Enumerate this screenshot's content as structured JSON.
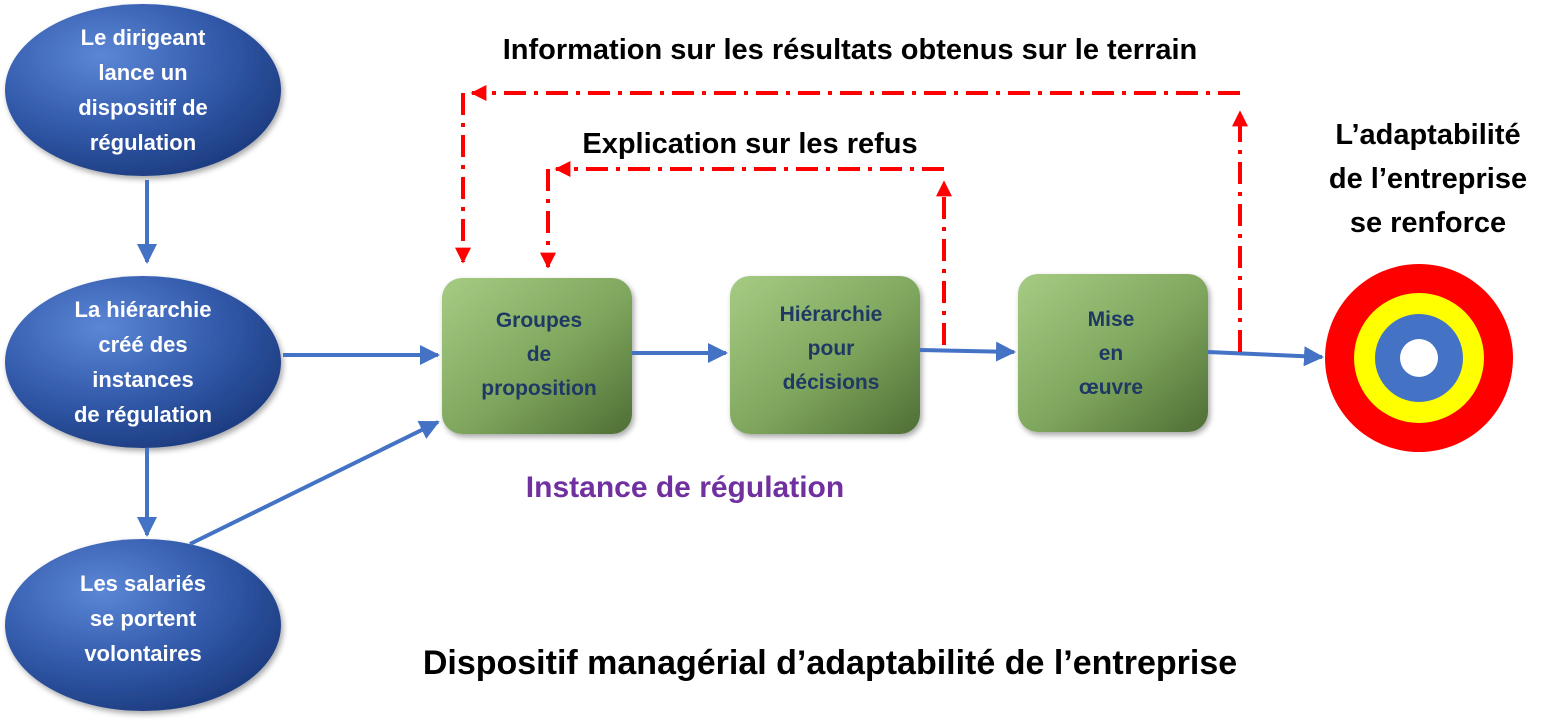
{
  "ovals": [
    {
      "id": "dirigeant",
      "lines": [
        "Le dirigeant",
        "lance un",
        "dispositif de",
        "régulation"
      ]
    },
    {
      "id": "hierarchie",
      "lines": [
        "La hiérarchie",
        "créé des",
        "instances",
        "de régulation"
      ]
    },
    {
      "id": "salaries",
      "lines": [
        "Les salariés",
        "se portent",
        "volontaires"
      ]
    }
  ],
  "boxes": [
    {
      "id": "groupes",
      "lines": [
        "Groupes",
        "de",
        "proposition"
      ]
    },
    {
      "id": "hierarchie-decisions",
      "lines": [
        "Hiérarchie",
        "pour",
        "décisions"
      ]
    },
    {
      "id": "mise-en-oeuvre",
      "lines": [
        "Mise",
        "en",
        "œuvre"
      ]
    }
  ],
  "feedback": {
    "outer_label": "Information sur les résultats obtenus sur le terrain",
    "inner_label": "Explication sur les refus"
  },
  "instance_label": "Instance de régulation",
  "outcome_lines": [
    "L’adaptabilité",
    "de l’entreprise",
    "se renforce"
  ],
  "footer_title": "Dispositif managérial d’adaptabilité de l’entreprise",
  "colors": {
    "oval": "#3a5fb0",
    "box": "#8db56a",
    "flow_arrow": "#4472c4",
    "feedback_arrow": "#ff0000",
    "instance_label": "#7030a0",
    "target_outer": "#ff0000",
    "target_middle": "#ffff00",
    "target_inner": "#4472c4"
  }
}
